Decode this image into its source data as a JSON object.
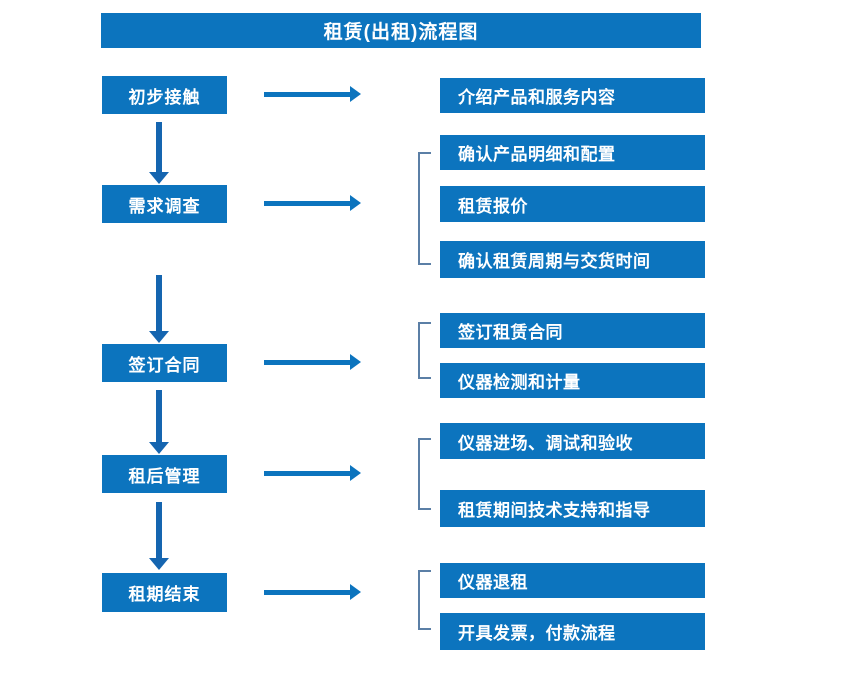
{
  "diagram": {
    "title": "租赁(出租)流程图",
    "colors": {
      "box_blue": "#0c74be",
      "arrow_blue": "#1565b0",
      "bracket_gray_blue": "#5b7fa6",
      "box_text": "#ffffff",
      "background": "#ffffff"
    },
    "stages": [
      {
        "id": "stage-1",
        "label": "初步接触"
      },
      {
        "id": "stage-2",
        "label": "需求调查"
      },
      {
        "id": "stage-3",
        "label": "签订合同"
      },
      {
        "id": "stage-4",
        "label": "租后管理"
      },
      {
        "id": "stage-5",
        "label": "租期结束"
      }
    ],
    "details": [
      {
        "id": "detail-1-1",
        "label": "介绍产品和服务内容",
        "group": 1
      },
      {
        "id": "detail-2-1",
        "label": "确认产品明细和配置",
        "group": 2
      },
      {
        "id": "detail-2-2",
        "label": "租赁报价",
        "group": 2
      },
      {
        "id": "detail-2-3",
        "label": "确认租赁周期与交货时间",
        "group": 2
      },
      {
        "id": "detail-3-1",
        "label": "签订租赁合同",
        "group": 3
      },
      {
        "id": "detail-3-2",
        "label": "仪器检测和计量",
        "group": 3
      },
      {
        "id": "detail-4-1",
        "label": "仪器进场、调试和验收",
        "group": 4
      },
      {
        "id": "detail-4-2",
        "label": "租赁期间技术支持和指导",
        "group": 4
      },
      {
        "id": "detail-5-1",
        "label": "仪器退租",
        "group": 5
      },
      {
        "id": "detail-5-2",
        "label": "开具发票，付款流程",
        "group": 5
      }
    ],
    "connectors": {
      "horizontal_arrow_count": 5,
      "vertical_arrow_count": 4,
      "bracket_count": 4
    }
  }
}
